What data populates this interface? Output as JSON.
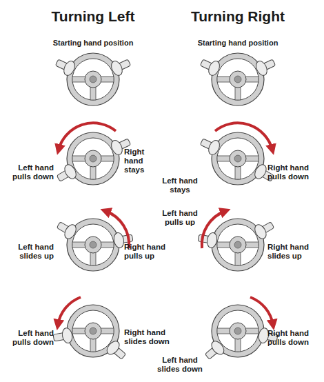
{
  "diagram": {
    "labels": [
      "Turning Left",
      "Turning Right",
      "Starting hand position",
      "Starting hand position",
      "Right hand stays",
      "Left hand pulls down",
      "Right hand pulls down",
      "Left hand stays",
      "Left hand pulls up",
      "Right hand pulls up",
      "Left hand slides up",
      "Right hand slides up",
      "Left hand pulls down",
      "Right hand slides down",
      "Right hand pulls down",
      "Left hand slides down"
    ]
  }
}
